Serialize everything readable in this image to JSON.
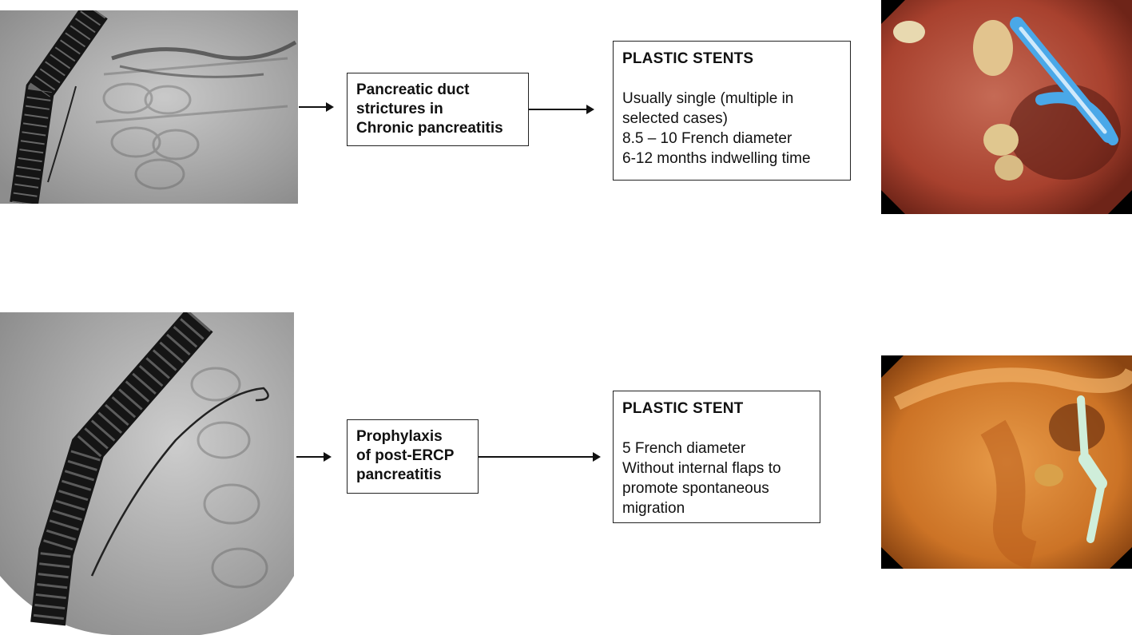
{
  "rows": [
    {
      "condition_lines": [
        "Pancreatic duct",
        "strictures in",
        "Chronic pancreatitis"
      ],
      "stent": {
        "title": "PLASTIC STENTS",
        "lines": [
          "Usually  single (multiple in",
          "selected cases)",
          "8.5 – 10 French diameter",
          "6-12  months indwelling time"
        ]
      }
    },
    {
      "condition_lines": [
        "Prophylaxis",
        "of post-ERCP",
        "pancreatitis"
      ],
      "stent": {
        "title": "PLASTIC STENT",
        "lines": [
          "5 French diameter",
          "Without internal flaps to",
          "promote spontaneous",
          "migration"
        ]
      }
    }
  ],
  "images": [
    {
      "kind": "fluoroscopy"
    },
    {
      "kind": "endoscopy",
      "stent_color": "#4aa8e8"
    },
    {
      "kind": "fluoroscopy"
    },
    {
      "kind": "endoscopy",
      "stent_color": "#cfeeda"
    }
  ]
}
